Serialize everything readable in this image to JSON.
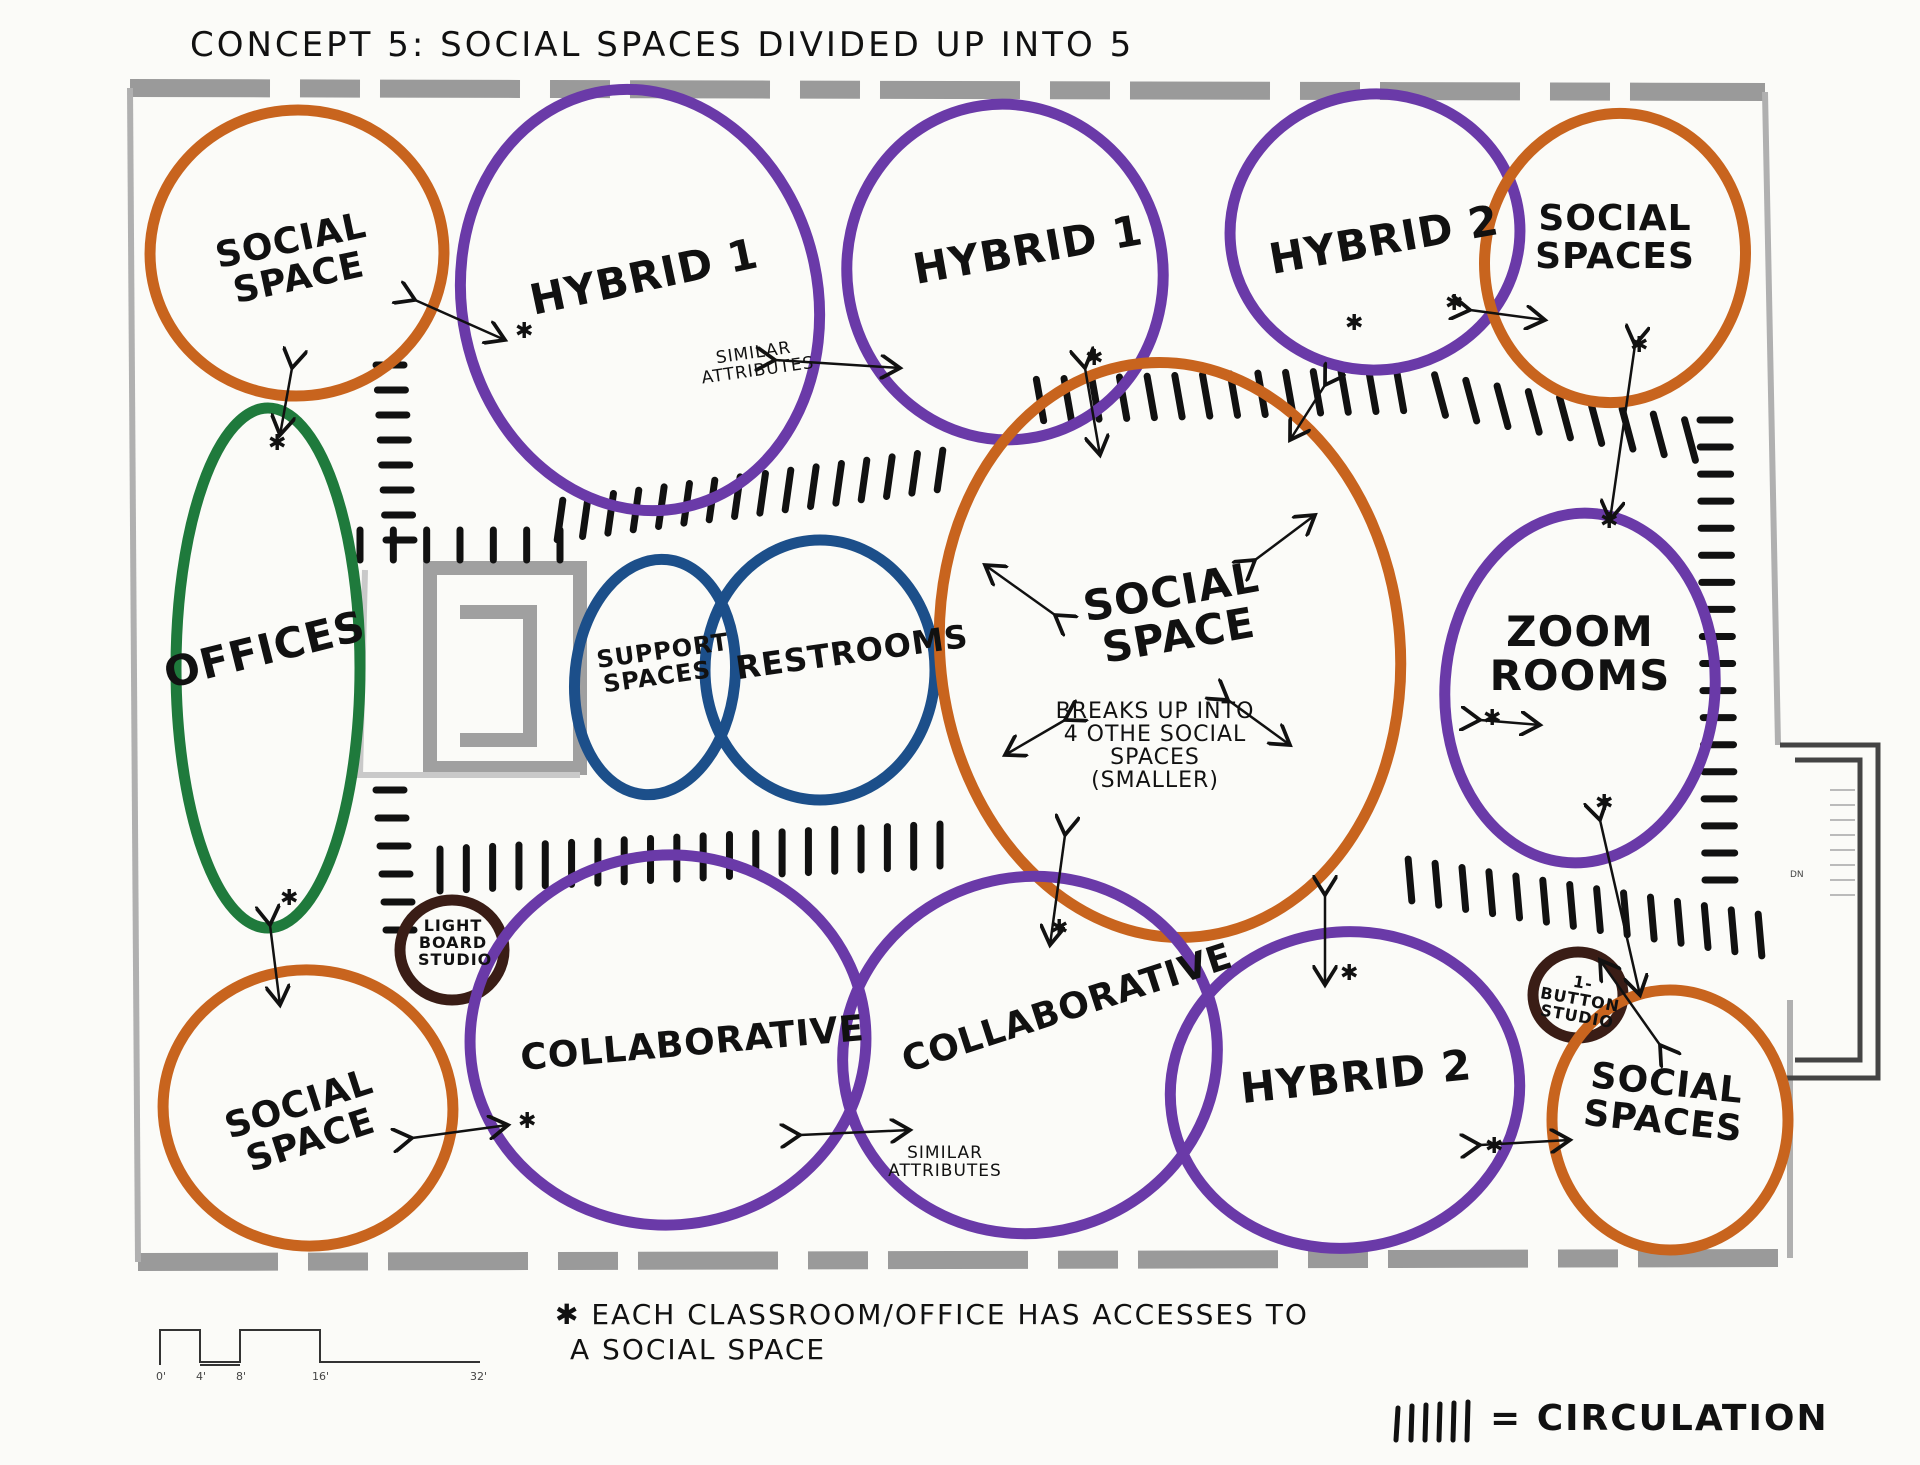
{
  "title": "CONCEPT 5: SOCIAL SPACES DIVIDED UP INTO 5",
  "colors": {
    "social": "#c8641e",
    "hybrid": "#6a3aa8",
    "offices": "#1f7a3c",
    "support": "#1c4f8a",
    "studio": "#3a1d16",
    "ink": "#111111",
    "wall": "#9a9a9a"
  },
  "bubbles": {
    "social_space_tl": "SOCIAL SPACE",
    "hybrid1_a": "HYBRID 1",
    "hybrid1_b": "HYBRID 1",
    "hybrid2_top": "HYBRID 2",
    "social_spaces_tr": "SOCIAL SPACES",
    "offices": "OFFICES",
    "support_spaces": "SUPPORT SPACES",
    "restrooms": "RESTROOMS",
    "social_space_center": "SOCIAL SPACE",
    "social_center_note": "BREAKS UP INTO 4 OTHE SOCIAL SPACES (SMALLER)",
    "zoom_rooms": "ZOOM ROOMS",
    "light_board_studio": "LIGHT BOARD STUDIO",
    "collaborative_a": "COLLABORATIVE",
    "collaborative_b": "COLLABORATIVE",
    "hybrid2_bottom": "HYBRID 2",
    "one_button_studio": "1-BUTTON STUDIO",
    "social_spaces_br": "SOCIAL SPACES",
    "social_space_bl": "SOCIAL SPACE"
  },
  "annotations": {
    "similar_top": "SIMILAR ATTRIBUTES",
    "similar_bottom": "SIMILAR ATTRIBUTES",
    "footnote_line1": "✱ EACH CLASSROOM/OFFICE HAS ACCESSES TO",
    "footnote_line2": "A SOCIAL SPACE",
    "legend_text": "= CIRCULATION",
    "door_label": "DN"
  },
  "scale_ticks": [
    "0'",
    "4'",
    "8'",
    "16'",
    "32'"
  ]
}
